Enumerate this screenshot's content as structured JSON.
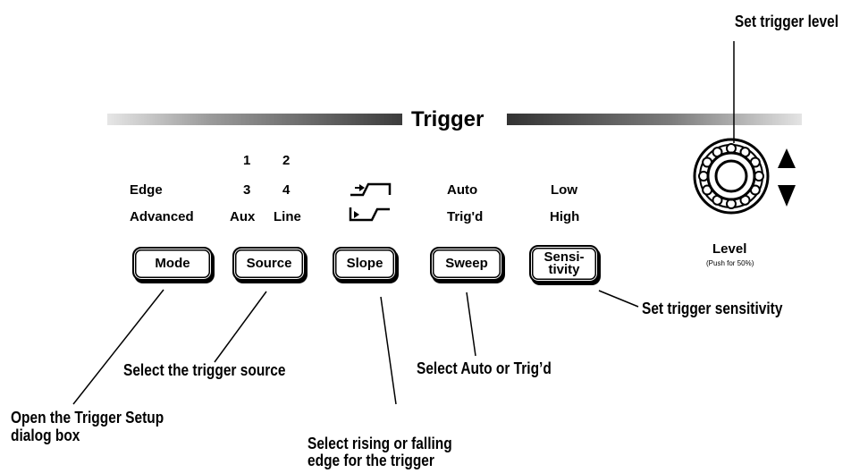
{
  "panel_title": "Trigger",
  "options": {
    "mode": [
      "Edge",
      "Advanced"
    ],
    "source_top": [
      "1",
      "2"
    ],
    "source_mid": [
      "3",
      "4"
    ],
    "source_bottom": [
      "Aux",
      "Line"
    ],
    "sweep": [
      "Auto",
      "Trig'd"
    ],
    "sensitivity": [
      "Low",
      "High"
    ]
  },
  "buttons": {
    "mode": "Mode",
    "source": "Source",
    "slope": "Slope",
    "sweep": "Sweep",
    "sensitivity": "Sensi-\ntivity"
  },
  "knob": {
    "label": "Level",
    "sublabel": "(Push for 50%)",
    "icons": [
      "knob-icon",
      "up-arrow-icon",
      "down-arrow-icon"
    ]
  },
  "slope_icons": [
    "rising-edge-icon",
    "falling-edge-icon"
  ],
  "callouts": {
    "trigger_level": "Set trigger level",
    "sensitivity": "Set trigger sensitivity",
    "source": "Select the trigger source",
    "sweep": "Select Auto or Trig’d",
    "mode_line1": "Open the Trigger Setup",
    "mode_line2": "dialog box",
    "slope_line1": "Select rising or falling",
    "slope_line2": "edge for the trigger"
  }
}
